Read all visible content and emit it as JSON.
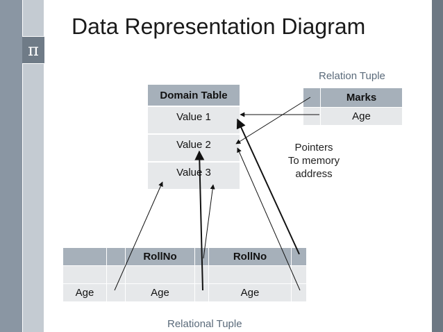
{
  "title": "Data Representation Diagram",
  "pi_symbol": "π",
  "domain_table": {
    "header": "Domain Table",
    "values": [
      "Value 1",
      "Value 2",
      "Value 3"
    ]
  },
  "relation_tuple": {
    "caption": "Relation Tuple",
    "header": "Marks",
    "cell": "Age"
  },
  "pointers_note": "Pointers\nTo memory\naddress",
  "relational_tuple": {
    "caption": "Relational Tuple",
    "headers": [
      "",
      "",
      "RollNo",
      "",
      "RollNo",
      ""
    ],
    "row_values": [
      "Age",
      "",
      "Age",
      "",
      "Age",
      ""
    ]
  }
}
